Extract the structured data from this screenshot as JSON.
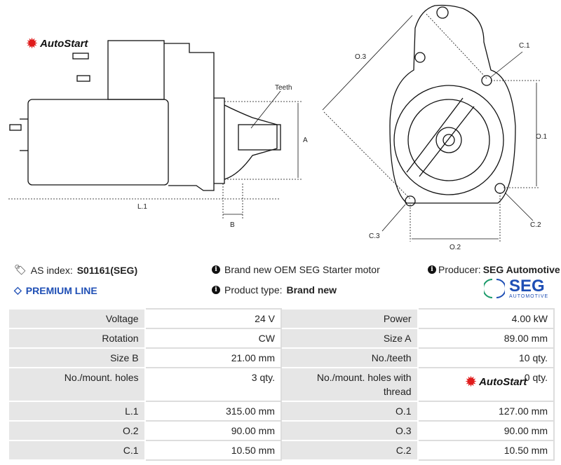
{
  "brand_logo": "AutoStart",
  "drawing": {
    "labels": {
      "teeth": "Teeth",
      "a": "A",
      "b": "B",
      "l1": "L.1",
      "o1": "O.1",
      "o2": "O.2",
      "o3": "O.3",
      "c1": "C.1",
      "c2": "C.2",
      "c3": "C.3"
    }
  },
  "info": {
    "as_index_label": "AS index:",
    "as_index_value": "S01161(SEG)",
    "premium": "PREMIUM LINE",
    "description": "Brand new OEM SEG Starter motor",
    "product_type_label": "Product type:",
    "product_type_value": "Brand new",
    "producer_label": "Producer:",
    "producer_value": "SEG Automotive",
    "producer_logo": {
      "name": "SEG",
      "sub": "AUTOMOTIVE"
    }
  },
  "colors": {
    "accent": "#1f4fb5",
    "logo_red": "#e01b1b",
    "label_bg": "#e6e6e6"
  },
  "specs": [
    [
      {
        "label": "Voltage",
        "value": "24 V"
      },
      {
        "label": "Power",
        "value": "4.00 kW"
      }
    ],
    [
      {
        "label": "Rotation",
        "value": "CW"
      },
      {
        "label": "Size A",
        "value": "89.00 mm"
      }
    ],
    [
      {
        "label": "Size B",
        "value": "21.00 mm"
      },
      {
        "label": "No./teeth",
        "value": "10 qty."
      }
    ],
    [
      {
        "label": "No./mount. holes",
        "value": "3 qty."
      },
      {
        "label": "No./mount. holes with thread",
        "value": "0 qty."
      }
    ],
    [
      {
        "label": "L.1",
        "value": "315.00 mm"
      },
      {
        "label": "O.1",
        "value": "127.00 mm"
      }
    ],
    [
      {
        "label": "O.2",
        "value": "90.00 mm"
      },
      {
        "label": "O.3",
        "value": "90.00 mm"
      }
    ],
    [
      {
        "label": "C.1",
        "value": "10.50 mm"
      },
      {
        "label": "C.2",
        "value": "10.50 mm"
      }
    ]
  ]
}
